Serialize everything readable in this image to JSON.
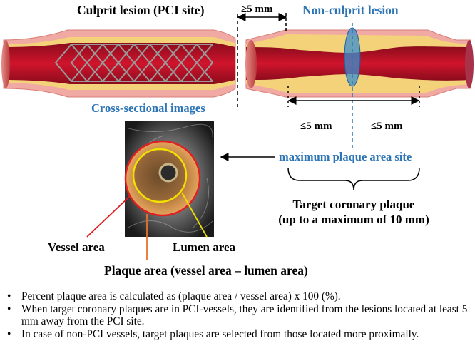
{
  "labels": {
    "culprit": "Culprit lesion (PCI site)",
    "gap": "≥5 mm",
    "nonculprit": "Non-culprit lesion",
    "cross_sectional": "Cross-sectional images",
    "le5_left": "≤5 mm",
    "le5_right": "≤5 mm",
    "max_site": "maximum plaque area site",
    "target_line1": "Target coronary plaque",
    "target_line2": "(up to a maximum of 10 mm)",
    "vessel_area": "Vessel area",
    "lumen_area": "Lumen area",
    "plaque_area": "Plaque area (vessel area – lumen area)"
  },
  "colors": {
    "blue_text": "#2e75b6",
    "vessel_red": "#e02020",
    "lumen_yellow": "#f2e000",
    "plaque_orange": "#e8732a",
    "artery_wall": "#f1a9a3",
    "plaque_fill": "#f4d27a",
    "blood": "#c8102e"
  },
  "notes": [
    "Percent plaque area is calculated as (plaque area / vessel area) x 100 (%).",
    "When target coronary plaques are in PCI-vessels, they are identified from the lesions located at least 5 mm away from the PCI site.",
    "In case of non-PCI vessels, target plaques are selected from those located more proximally."
  ],
  "bullet_glyph": "•"
}
